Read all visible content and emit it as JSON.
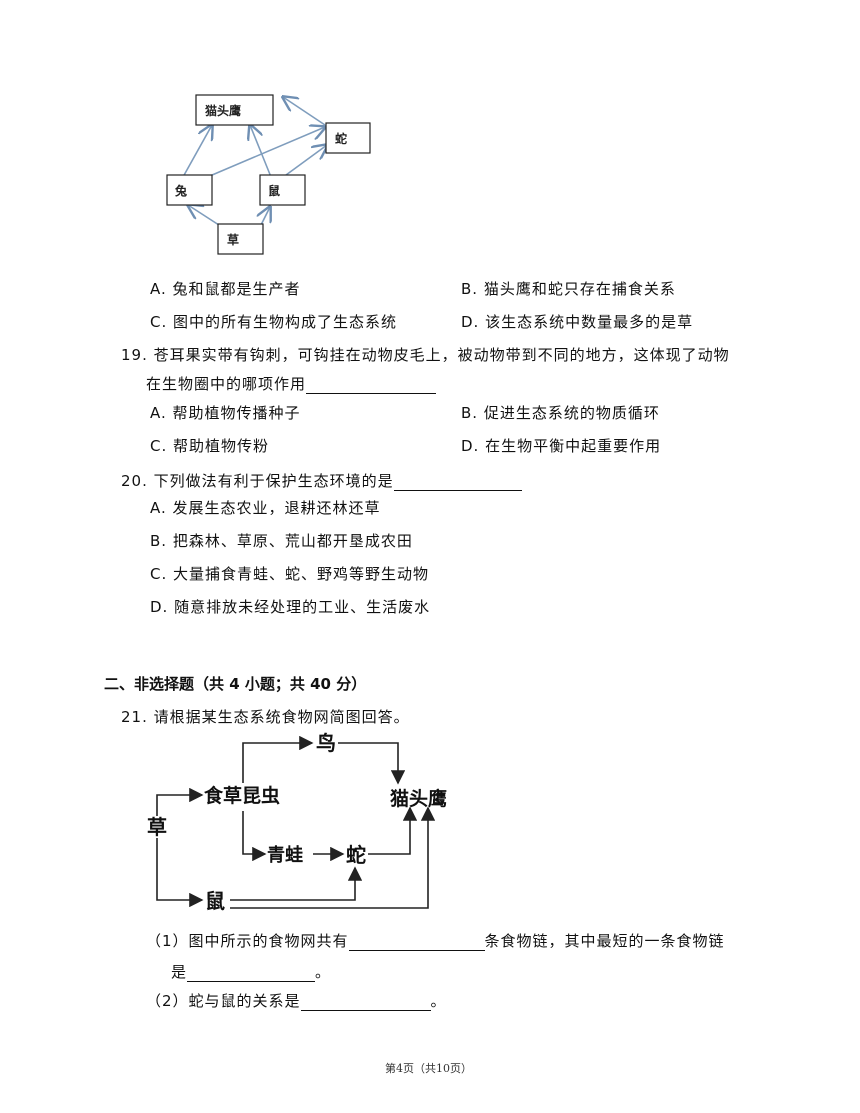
{
  "fig1": {
    "owl": "猫头鹰",
    "snake": "蛇",
    "rabbit": "兔",
    "mouse": "鼠",
    "grass": "草"
  },
  "q18": {
    "A": "A.  兔和鼠都是生产者",
    "B": "B.  猫头鹰和蛇只存在捕食关系",
    "C": "C.  图中的所有生物构成了生态系统",
    "D": "D.  该生态系统中数量最多的是草"
  },
  "q19": {
    "line1": "19.  苍耳果实带有钩刺，可钩挂在动物皮毛上，被动物带到不同的地方，这体现了动物",
    "line2": "在生物圈中的哪项作用",
    "A": "A.  帮助植物传播种子",
    "B": "B.  促进生态系统的物质循环",
    "C": "C.  帮助植物传粉",
    "D": "D.  在生物平衡中起重要作用"
  },
  "q20": {
    "stem": "20.  下列做法有利于保护生态环境的是",
    "A": "A.  发展生态农业，退耕还林还草",
    "B": "B.  把森林、草原、荒山都开垦成农田",
    "C": "C.  大量捕食青蛙、蛇、野鸡等野生动物",
    "D": "D.  随意排放未经处理的工业、生活废水"
  },
  "section2": {
    "title": "二、非选择题（共 4 小题；共 40 分）"
  },
  "q21": {
    "stem": "21.  请根据某生态系统食物网简图回答。",
    "sub1_a": "（1）图中所示的食物网共有",
    "sub1_b": "条食物链，其中最短的一条食物链",
    "sub1_c": "是",
    "sub1_d": "。",
    "sub2_a": "（2）蛇与鼠的关系是",
    "sub2_b": "。"
  },
  "fig2": {
    "bird": "鸟",
    "insect": "食草昆虫",
    "owl": "猫头鹰",
    "grass": "草",
    "frog": "青蛙",
    "snake": "蛇",
    "mouse": "鼠"
  },
  "footer": "第4页（共10页）"
}
